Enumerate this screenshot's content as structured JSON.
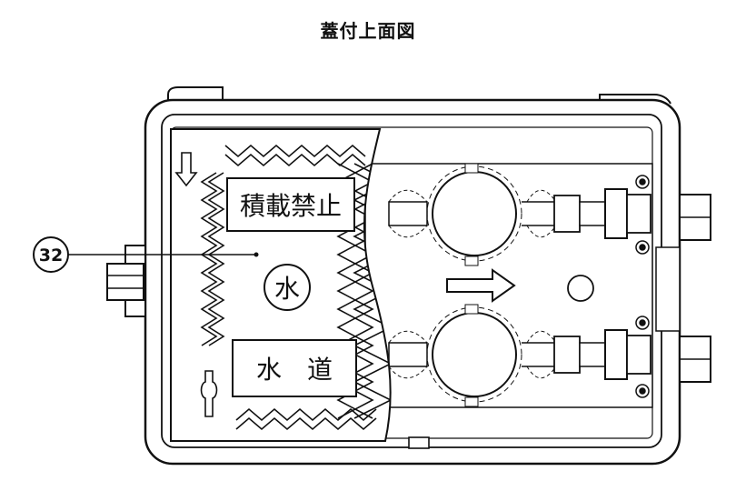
{
  "title": "蓋付上面図",
  "callout": "32",
  "label_top": "積載禁止",
  "circle_label": "水",
  "label_bottom": "水　道"
}
